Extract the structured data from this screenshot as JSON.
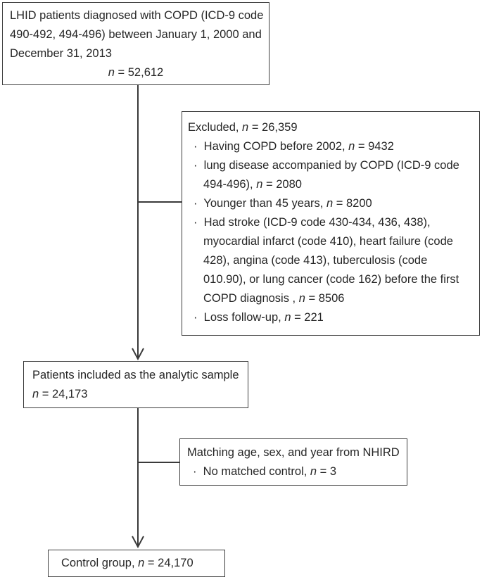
{
  "colors": {
    "ink": "#3a3a3a",
    "background": "#ffffff"
  },
  "boxes": {
    "top": {
      "name": "source-population",
      "lines": [
        {
          "type": "",
          "seg": [
            "LHID patients diagnosed with COPD (ICD-9 code"
          ]
        },
        {
          "type": "",
          "seg": [
            "490-492, 494-496) between January 1, 2000 and"
          ]
        },
        {
          "type": "",
          "seg": [
            "December 31, 2013"
          ]
        },
        {
          "type": "center",
          "seg": [
            {
              "t": "n",
              "i": true
            },
            " = 52,612"
          ]
        }
      ]
    },
    "excluded": {
      "name": "exclusion-criteria",
      "lines": [
        {
          "type": "",
          "seg": [
            "Excluded, ",
            {
              "t": "n",
              "i": true
            },
            " = 26,359"
          ]
        },
        {
          "type": "bullet",
          "seg": [
            "·  Having COPD before 2002, ",
            {
              "t": "n",
              "i": true
            },
            " = 9432"
          ]
        },
        {
          "type": "bullet",
          "seg": [
            "·  lung disease accompanied by COPD (ICD-9 code"
          ]
        },
        {
          "type": "cont",
          "seg": [
            "494-496), ",
            {
              "t": "n",
              "i": true
            },
            " = 2080"
          ]
        },
        {
          "type": "bullet",
          "seg": [
            "·  Younger than 45 years, ",
            {
              "t": "n",
              "i": true
            },
            " = 8200"
          ]
        },
        {
          "type": "bullet",
          "seg": [
            "·  Had stroke (ICD-9 code 430-434, 436, 438),"
          ]
        },
        {
          "type": "cont",
          "seg": [
            "myocardial infarct (code 410), heart failure (code"
          ]
        },
        {
          "type": "cont",
          "seg": [
            "428), angina (code 413), tuberculosis (code"
          ]
        },
        {
          "type": "cont",
          "seg": [
            "010.90), or lung cancer (code 162) before the first"
          ]
        },
        {
          "type": "cont",
          "seg": [
            "COPD diagnosis , ",
            {
              "t": "n",
              "i": true
            },
            " = 8506"
          ]
        },
        {
          "type": "bullet",
          "seg": [
            "·  Loss follow-up, ",
            {
              "t": "n",
              "i": true
            },
            " = 221"
          ]
        }
      ]
    },
    "analytic": {
      "name": "analytic-sample",
      "lines": [
        {
          "type": "",
          "seg": [
            "Patients included as the analytic sample"
          ]
        },
        {
          "type": "",
          "seg": [
            {
              "t": "n",
              "i": true
            },
            " = 24,173"
          ]
        }
      ]
    },
    "matching": {
      "name": "matching-step",
      "lines": [
        {
          "type": "",
          "seg": [
            "Matching age, sex, and year from NHIRD"
          ]
        },
        {
          "type": "bullet",
          "seg": [
            "·  No matched control, ",
            {
              "t": "n",
              "i": true
            },
            " = 3"
          ]
        }
      ]
    },
    "control": {
      "name": "control-group",
      "lines": [
        {
          "type": "",
          "seg": [
            "Control group, ",
            {
              "t": "n",
              "i": true
            },
            " = 24,170"
          ]
        }
      ]
    }
  }
}
